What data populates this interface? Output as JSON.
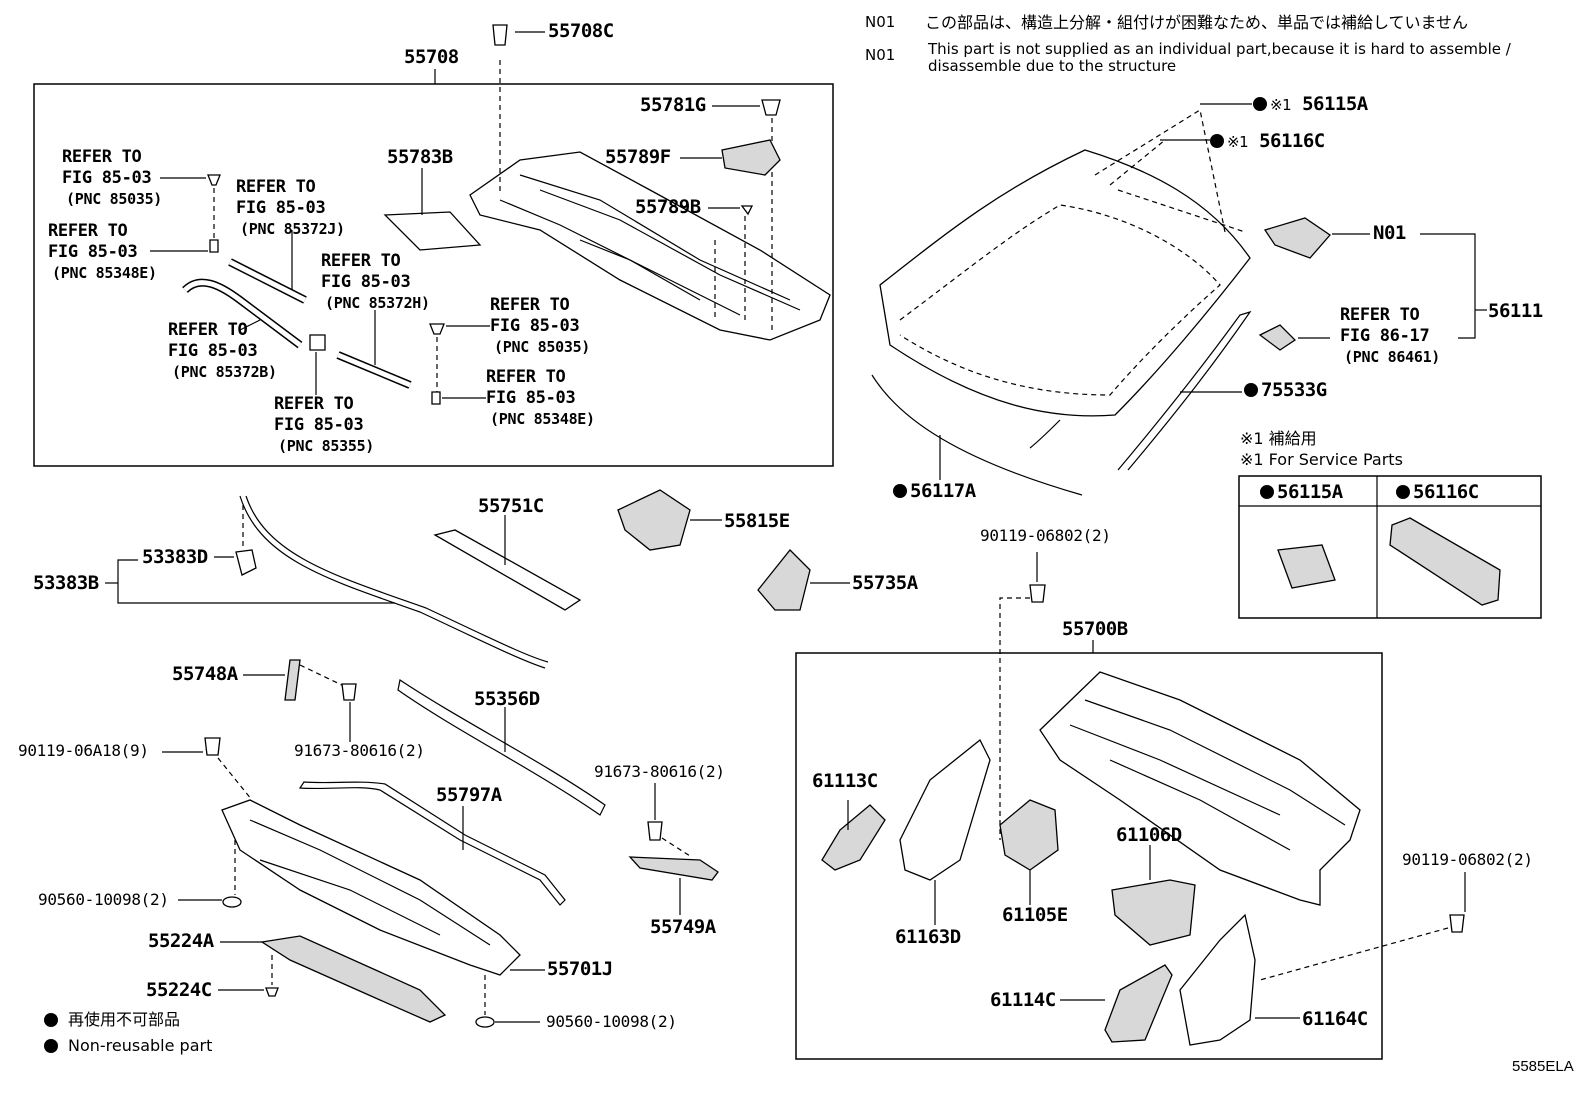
{
  "notes": {
    "n01_code_jp": "N01",
    "n01_text_jp": "この部品は、構造上分解・組付けが困難なため、単品では補給していません",
    "n01_code_en": "N01",
    "n01_text_en_1": "This part is not supplied as an individual part,because it is hard to assemble /",
    "n01_text_en_2": "disassemble due to the structure"
  },
  "service_note": {
    "jp": "※1 補給用",
    "en": "※1 For Service Parts",
    "col1": "56115A",
    "col2": "56116C"
  },
  "legend": {
    "jp": "再使用不可部品",
    "en": "Non-reusable part"
  },
  "diagram_code": "5585ELA",
  "labels": {
    "p55708": "55708",
    "p55708C": "55708C",
    "p55781G": "55781G",
    "p55783B": "55783B",
    "p55789F": "55789F",
    "p55789B": "55789B",
    "p56115A": "56115A",
    "p56116C": "56116C",
    "star1": "※1",
    "star1b": "※1",
    "pN01": "N01",
    "p56111": "56111",
    "p75533G": "75533G",
    "p56117A": "56117A",
    "p55751C": "55751C",
    "p55815E": "55815E",
    "p53383D": "53383D",
    "p53383B": "53383B",
    "p55735A": "55735A",
    "p90119_06802_a": "90119-06802(2)",
    "p55700B": "55700B",
    "p55748A": "55748A",
    "p55356D": "55356D",
    "p90119_06A18": "90119-06A18(9)",
    "p91673_80616_a": "91673-80616(2)",
    "p91673_80616_b": "91673-80616(2)",
    "p55797A": "55797A",
    "p90560_10098_a": "90560-10098(2)",
    "p55224A": "55224A",
    "p55224C": "55224C",
    "p55701J": "55701J",
    "p90560_10098_b": "90560-10098(2)",
    "p55749A": "55749A",
    "p61113C": "61113C",
    "p61163D": "61163D",
    "p61105E": "61105E",
    "p61106D": "61106D",
    "p61114C": "61114C",
    "p61164C": "61164C",
    "p90119_06802_b": "90119-06802(2)"
  },
  "refs": {
    "r1": {
      "l1": "REFER TO",
      "l2": "FIG 85-03",
      "pnc": "(PNC 85035)"
    },
    "r2": {
      "l1": "REFER TO",
      "l2": "FIG 85-03",
      "pnc": "(PNC 85372J)"
    },
    "r3": {
      "l1": "REFER TO",
      "l2": "FIG 85-03",
      "pnc": "(PNC 85348E)"
    },
    "r4": {
      "l1": "REFER TO",
      "l2": "FIG 85-03",
      "pnc": "(PNC 85372H)"
    },
    "r5": {
      "l1": "REFER TO",
      "l2": "FIG 85-03",
      "pnc": "(PNC 85372B)"
    },
    "r6": {
      "l1": "REFER TO",
      "l2": "FIG 85-03",
      "pnc": "(PNC 85035)"
    },
    "r7": {
      "l1": "REFER TO",
      "l2": "FIG 85-03",
      "pnc": "(PNC 85348E)"
    },
    "r8": {
      "l1": "REFER TO",
      "l2": "FIG 85-03",
      "pnc": "(PNC 85355)"
    },
    "r9": {
      "l1": "REFER TO",
      "l2": "FIG 86-17",
      "pnc": "(PNC 86461)"
    }
  }
}
